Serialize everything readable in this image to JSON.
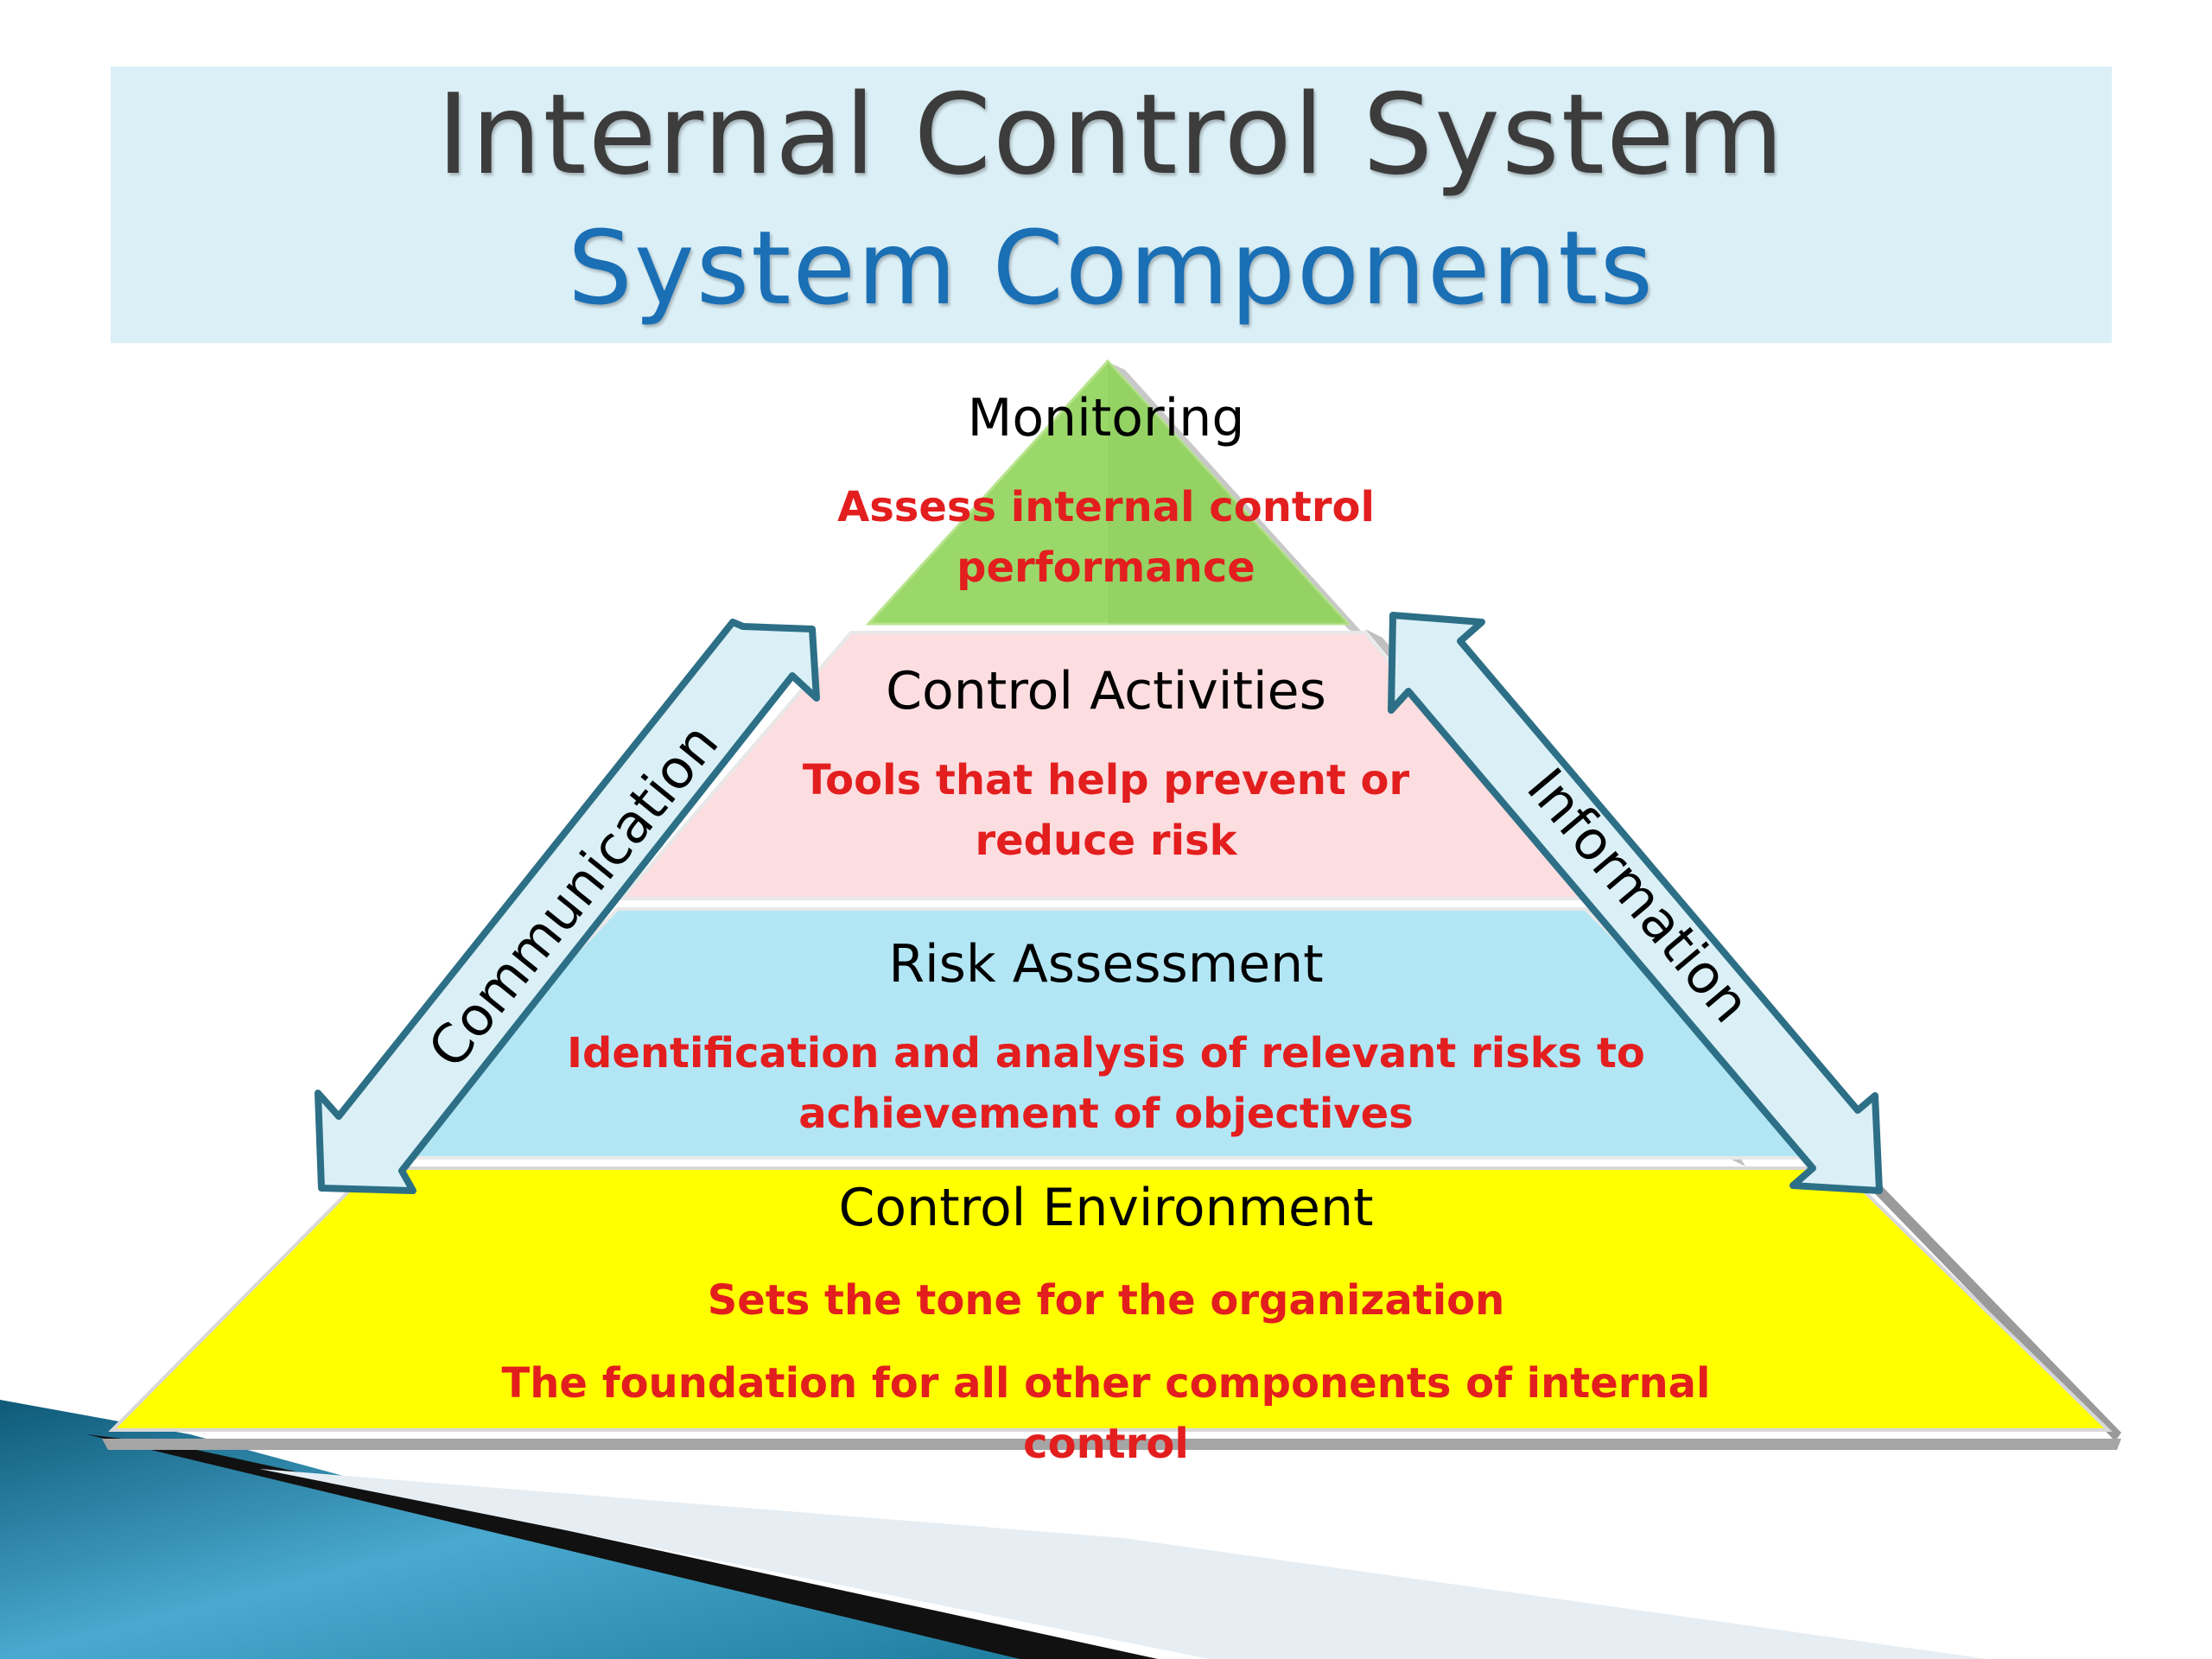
{
  "title": "Internal Control System",
  "subtitle": "System Components",
  "tiers": [
    {
      "name": "Monitoring",
      "desc_lines": [
        "Assess internal control",
        "performance"
      ],
      "color": "#9bd86a"
    },
    {
      "name": "Control Activities",
      "desc_lines": [
        "Tools that help prevent or",
        "reduce risk"
      ],
      "color": "#fcdde0"
    },
    {
      "name": "Risk Assessment",
      "desc_lines": [
        "Identification and analysis of relevant risks to",
        "achievement of objectives"
      ],
      "color": "#b2e6f5"
    },
    {
      "name": "Control Environment",
      "desc_lines": [
        "Sets the tone for the organization",
        "The foundation for all other components of internal control"
      ],
      "color": "#ffff00"
    }
  ],
  "arrows": {
    "left_label": "Communication",
    "right_label": "Information",
    "fill": "#daf0f6",
    "stroke": "#2c6f86"
  },
  "colors": {
    "title_text": "#3c3c3c",
    "subtitle_text": "#1a6fb5",
    "desc_text": "#e31e1e",
    "banner": "#dbeff6",
    "swoosh": "#1f7ea0"
  }
}
